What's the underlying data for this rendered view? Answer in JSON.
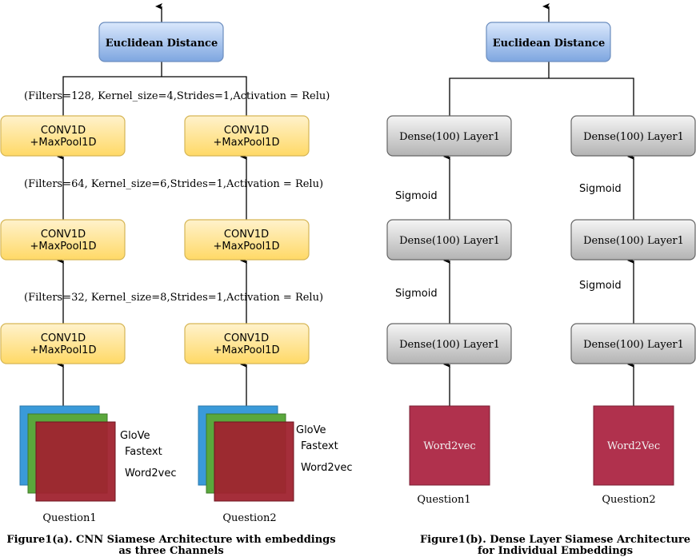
{
  "colors": {
    "euclid_fill_top": "#dae8fc",
    "euclid_fill_bottom": "#7ea6e0",
    "euclid_stroke": "#6c8ebf",
    "conv_fill_top": "#fff2cc",
    "conv_fill_bottom": "#ffd966",
    "conv_stroke": "#d6b656",
    "dense_fill_top": "#f5f5f5",
    "dense_fill_bottom": "#b3b3b3",
    "dense_stroke": "#666666",
    "w2v_fill": "#b0314d",
    "w2v_stroke": "#7a1f33",
    "channel_blue": "#3a9ad9",
    "channel_green": "#5aa83c",
    "channel_red": "#a0232f"
  },
  "left": {
    "title": "Euclidean Distance",
    "params": [
      "(Filters=128, Kernel_size=4,Strides=1,Activation = Relu)",
      "(Filters=64, Kernel_size=6,Strides=1,Activation = Relu)",
      "(Filters=32, Kernel_size=8,Strides=1,Activation = Relu)"
    ],
    "conv_line1": "CONV1D",
    "conv_line2": "+MaxPool1D",
    "emb_q1": [
      "GloVe",
      "Fastext",
      "Word2vec"
    ],
    "emb_q2": [
      "GloVe",
      "Fastext",
      "Word2vec"
    ],
    "q1": "Question1",
    "q2": "Question2",
    "caption_line1": "Figure1(a). CNN Siamese Architecture with embeddings",
    "caption_line2": "as three Channels"
  },
  "right": {
    "title": "Euclidean Distance",
    "dense_label": "Dense(100) Layer1",
    "activation": "Sigmoid",
    "w2v_q1": "Word2vec",
    "w2v_q2": "Word2Vec",
    "q1": "Question1",
    "q2": "Question2",
    "caption_line1": "Figure1(b). Dense Layer Siamese Architecture",
    "caption_line2": "for Individual Embeddings"
  }
}
